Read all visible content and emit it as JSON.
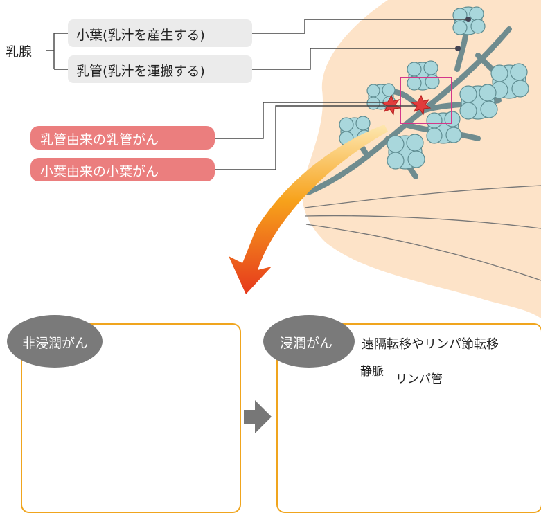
{
  "labels": {
    "gland": "乳腺",
    "lobule": "小葉(乳汁を産生する)",
    "duct": "乳管(乳汁を運搬する)",
    "ductal_cancer": "乳管由来の乳管がん",
    "lobular_cancer": "小葉由来の小葉がん",
    "noninvasive": "非浸潤がん",
    "invasive": "浸潤がん",
    "metastasis": "遠隔転移やリンパ節転移",
    "vein": "静脈",
    "lymph": "リンパ管"
  },
  "colors": {
    "skin": "#fde3c8",
    "lobule": "#a9d7dc",
    "duct": "#6f8c8f",
    "tumor": "#e23c3c",
    "pill": "#eb7e7e",
    "panel_border": "#f0a51e",
    "oval": "#7a7a7a",
    "arrow_gray": "#777777",
    "tissue": "#f2b999",
    "cell": "#b9e1e6"
  },
  "icons": [
    "orange-gradient-arrow",
    "gray-right-arrow",
    "black-arrow"
  ]
}
